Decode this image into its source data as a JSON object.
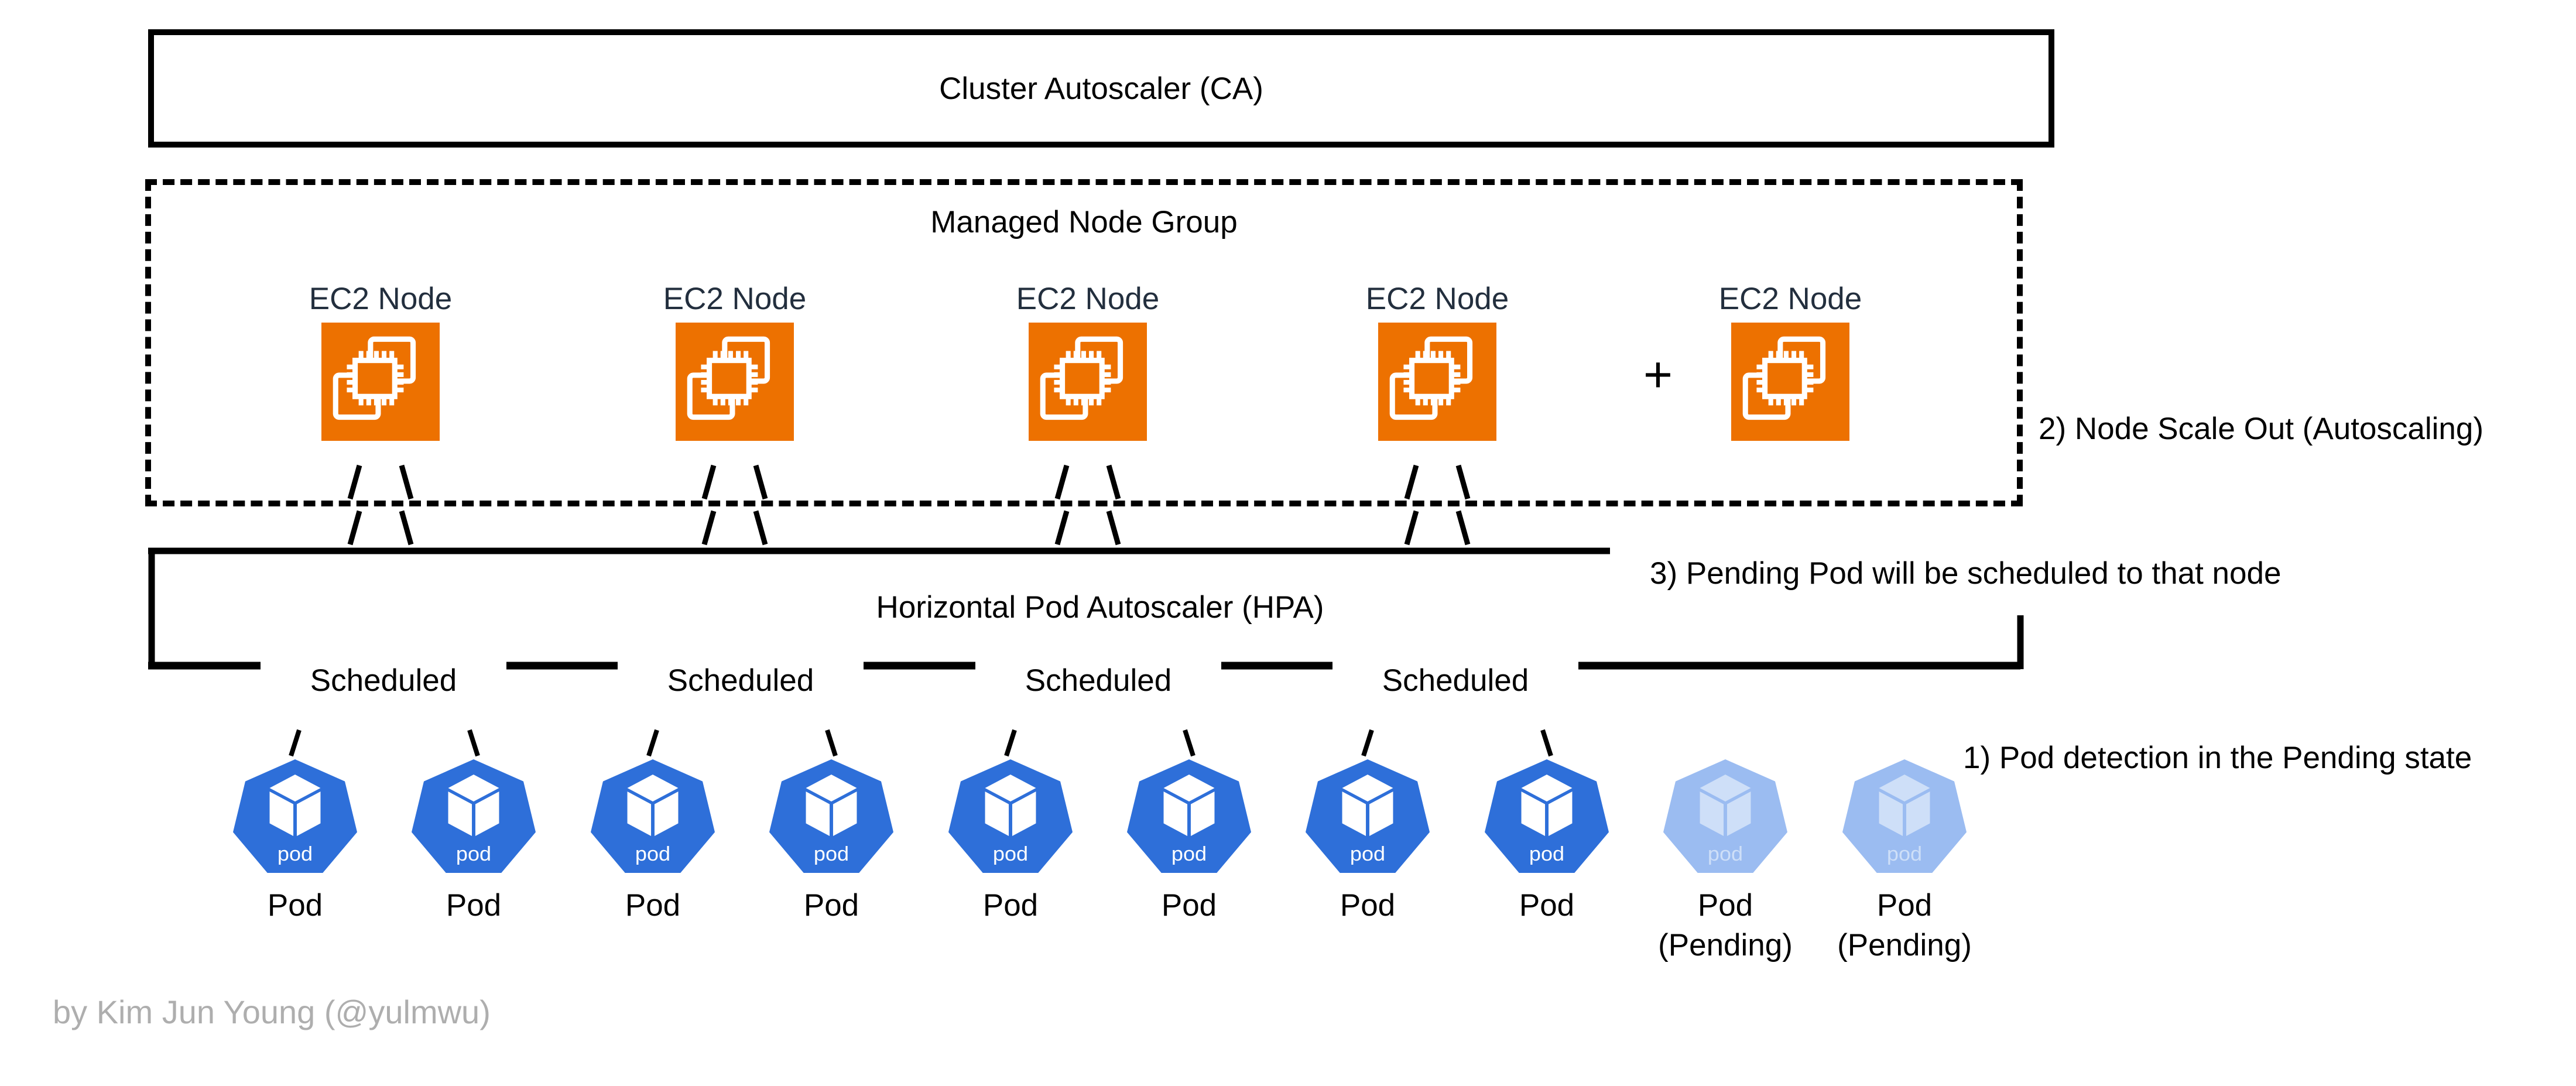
{
  "cluster_autoscaler": {
    "label": "Cluster Autoscaler (CA)"
  },
  "node_group": {
    "label": "Managed Node Group",
    "plus_sign": "+",
    "nodes": [
      {
        "label": "EC2 Node",
        "is_new": false
      },
      {
        "label": "EC2 Node",
        "is_new": false
      },
      {
        "label": "EC2 Node",
        "is_new": false
      },
      {
        "label": "EC2 Node",
        "is_new": false
      },
      {
        "label": "EC2 Node",
        "is_new": true
      }
    ]
  },
  "hpa": {
    "label": "Horizontal Pod Autoscaler (HPA)",
    "scheduled_labels": [
      "Scheduled",
      "Scheduled",
      "Scheduled",
      "Scheduled"
    ]
  },
  "pods": [
    {
      "label": "Pod",
      "state": "scheduled"
    },
    {
      "label": "Pod",
      "state": "scheduled"
    },
    {
      "label": "Pod",
      "state": "scheduled"
    },
    {
      "label": "Pod",
      "state": "scheduled"
    },
    {
      "label": "Pod",
      "state": "scheduled"
    },
    {
      "label": "Pod",
      "state": "scheduled"
    },
    {
      "label": "Pod",
      "state": "scheduled"
    },
    {
      "label": "Pod",
      "state": "scheduled"
    },
    {
      "label": "Pod",
      "sublabel": "(Pending)",
      "state": "pending"
    },
    {
      "label": "Pod",
      "sublabel": "(Pending)",
      "state": "pending"
    }
  ],
  "annotations": {
    "step1": "1) Pod detection in the Pending state",
    "step2": "2) Node Scale Out (Autoscaling)",
    "step3": "3) Pending Pod will be scheduled to that node"
  },
  "attribution": "by Kim Jun Young (@yulmwu)",
  "icons": {
    "ec2": "ec2-instance-icon",
    "pod": "kubernetes-pod-icon",
    "pod_text": "pod"
  },
  "colors": {
    "ec2_orange": "#ED7100",
    "pod_blue": "#2E6FD9",
    "pod_pending_body": "#9BBCF1",
    "pod_pending_accent": "#CEDFF8",
    "label_navy": "#232F3E",
    "line_black": "#000000",
    "attribution_gray": "#AEAEAE"
  }
}
